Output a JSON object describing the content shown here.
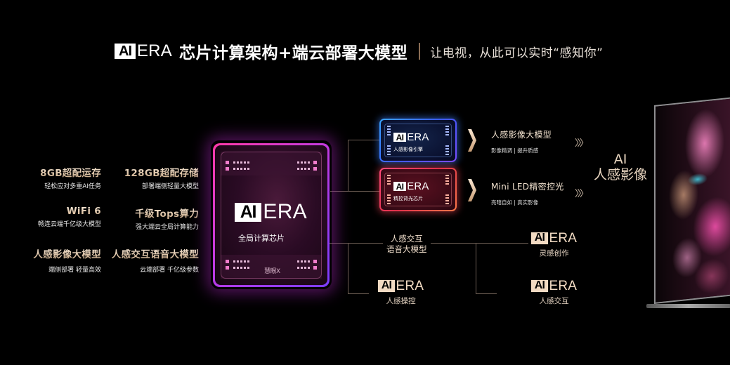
{
  "header": {
    "logo": {
      "ai": "AI",
      "era": "ERA"
    },
    "title": "芯片计算架构+端云部署大模型",
    "subtitle": "让电视，从此可以实时“感知你”"
  },
  "features": [
    {
      "title": "8GB超配运存",
      "desc": "轻松应对多重AI任务"
    },
    {
      "title": "128GB超配存储",
      "desc": "部署端侧轻量大模型"
    },
    {
      "title": "WiFi 6",
      "desc": "畅连云端千亿级大模型"
    },
    {
      "title": "千级Tops算力",
      "desc": "强大端云全局计算能力"
    },
    {
      "title": "人感影像大模型",
      "desc": "端侧部署 轻量高效"
    },
    {
      "title": "人感交互语音大模型",
      "desc": "云端部署 千亿级参数"
    }
  ],
  "main_chip": {
    "logo": {
      "ai": "AI",
      "era": "ERA"
    },
    "label": "全局计算芯片",
    "mark": "慧眼X"
  },
  "chips": [
    {
      "logo": {
        "ai": "AI",
        "era": "ERA"
      },
      "label": "人感影像引擎",
      "color": "#3a6cff"
    },
    {
      "logo": {
        "ai": "AI",
        "era": "ERA"
      },
      "label": "精控背光芯片",
      "color": "#ff4a6a"
    }
  ],
  "outputs": [
    {
      "title": "人感影像大模型",
      "desc": "影像精调 | 提升质感",
      "arrows": "〉〉〉"
    },
    {
      "title": "Mini LED精密控光",
      "desc": "亮暗自如 | 真实影像",
      "arrows": "〉〉〉"
    }
  ],
  "result": {
    "line1": "AI",
    "line2": "人感影像"
  },
  "voice_model": {
    "line1": "人感交互",
    "line2": "语音大模型"
  },
  "nodes": [
    {
      "logo": {
        "ai": "AI",
        "era": "ERA"
      },
      "label": "灵感创作"
    },
    {
      "logo": {
        "ai": "AI",
        "era": "ERA"
      },
      "label": "人感操控"
    },
    {
      "logo": {
        "ai": "AI",
        "era": "ERA"
      },
      "label": "人感交互"
    }
  ],
  "colors": {
    "background": "#000000",
    "gold_text": "#e9d2b8",
    "line": "#6e5f55",
    "chip_pink": "#ff3aa8",
    "chip_purple": "#7a3cff"
  }
}
